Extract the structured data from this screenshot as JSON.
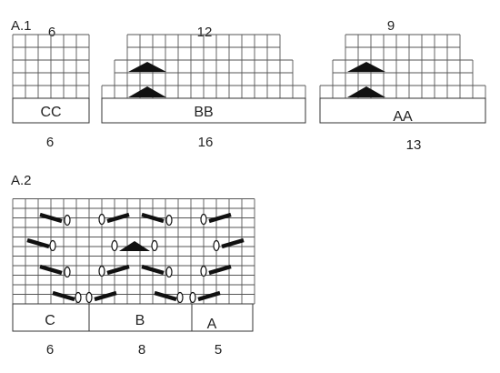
{
  "colors": {
    "line": "#333333",
    "symbol": "#111111",
    "background": "#ffffff"
  },
  "a1": {
    "heading": "A.1",
    "charts": [
      {
        "id": "cc",
        "key": "CC",
        "top_label": "6",
        "bottom_label": "6"
      },
      {
        "id": "bb",
        "key": "BB",
        "top_label": "12",
        "bottom_label": "16"
      },
      {
        "id": "aa",
        "key": "AA",
        "top_label": "9",
        "bottom_label": "13"
      }
    ]
  },
  "a2": {
    "heading": "A.2",
    "sections": [
      {
        "id": "c",
        "key": "C",
        "count": "6"
      },
      {
        "id": "b",
        "key": "B",
        "count": "8"
      },
      {
        "id": "a",
        "key": "A",
        "count": "5"
      }
    ]
  },
  "icons": [
    "knit-square",
    "triangle-decrease-icon",
    "slanted-bar-icon",
    "yarn-over-oval-icon"
  ]
}
